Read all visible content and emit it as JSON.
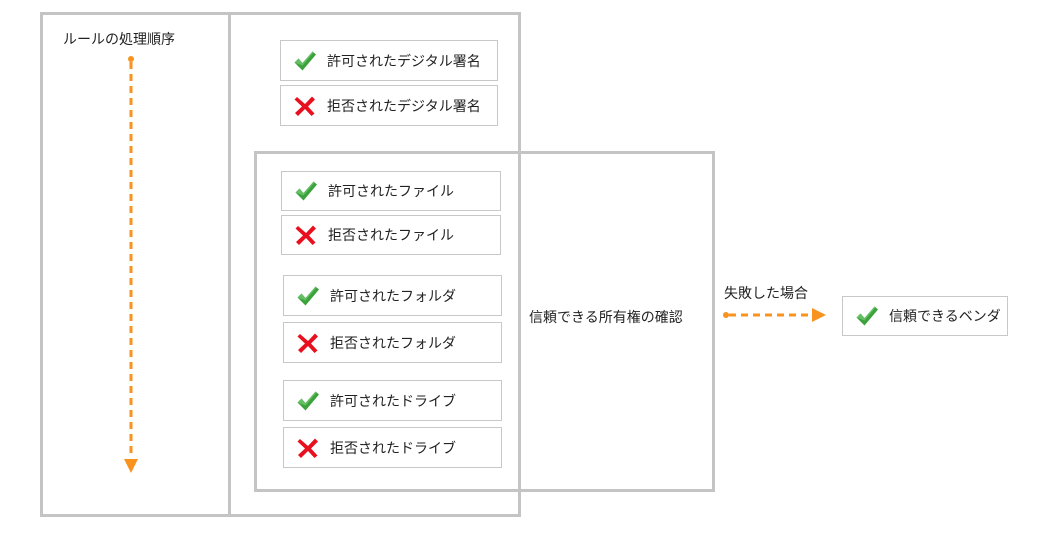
{
  "left_panel": {
    "title": "ルールの処理順序"
  },
  "signatures": [
    {
      "status": "allow",
      "icon": "check-icon",
      "label": "許可されたデジタル署名"
    },
    {
      "status": "deny",
      "icon": "cross-icon",
      "label": "拒否されたデジタル署名"
    }
  ],
  "files": [
    {
      "status": "allow",
      "icon": "check-icon",
      "label": "許可されたファイル"
    },
    {
      "status": "deny",
      "icon": "cross-icon",
      "label": "拒否されたファイル"
    }
  ],
  "folders": [
    {
      "status": "allow",
      "icon": "check-icon",
      "label": "許可されたフォルダ"
    },
    {
      "status": "deny",
      "icon": "cross-icon",
      "label": "拒否されたフォルダ"
    }
  ],
  "drives": [
    {
      "status": "allow",
      "icon": "check-icon",
      "label": "許可されたドライブ"
    },
    {
      "status": "deny",
      "icon": "cross-icon",
      "label": "拒否されたドライブ"
    }
  ],
  "ownership_check": {
    "label": "信頼できる所有権の確認"
  },
  "fallback": {
    "label": "失敗した場合"
  },
  "trusted_vendor": {
    "status": "allow",
    "icon": "check-icon",
    "label": "信頼できるベンダ"
  },
  "colors": {
    "check": "#3ca33c",
    "cross": "#e8101e",
    "arrow": "#f7931e",
    "frame": "#c4c4c4"
  }
}
